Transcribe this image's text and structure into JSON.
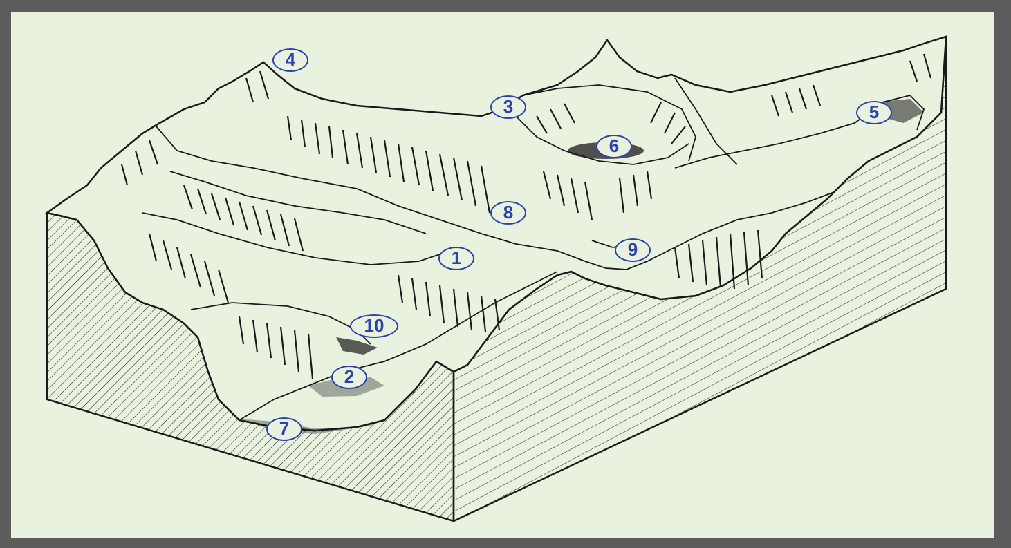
{
  "diagram": {
    "labels": [
      {
        "id": "1",
        "text": "1"
      },
      {
        "id": "2",
        "text": "2"
      },
      {
        "id": "3",
        "text": "3"
      },
      {
        "id": "4",
        "text": "4"
      },
      {
        "id": "5",
        "text": "5"
      },
      {
        "id": "6",
        "text": "6"
      },
      {
        "id": "7",
        "text": "7"
      },
      {
        "id": "8",
        "text": "8"
      },
      {
        "id": "9",
        "text": "9"
      },
      {
        "id": "10",
        "text": "10"
      }
    ],
    "colors": {
      "frame": "#5c5c5c",
      "background": "#e9f2df",
      "ink": "#1a1a1a",
      "marker": "#2b43a8"
    }
  }
}
